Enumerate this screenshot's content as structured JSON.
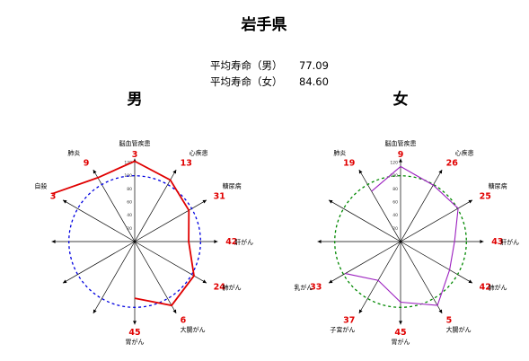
{
  "title": "岩手県",
  "stats": [
    {
      "label": "平均寿命（男）",
      "value": "77.09"
    },
    {
      "label": "平均寿命（女）",
      "value": "84.60"
    }
  ],
  "colors": {
    "prefecture_line": "#e00000",
    "male_reference": "#0000e0",
    "female_line": "#9b1fbf",
    "female_reference": "#008800",
    "rank_text": "#e00000",
    "axis": "#000000"
  },
  "chart_data": [
    {
      "type": "radar",
      "title": "男",
      "ticks": [
        20,
        40,
        60,
        80,
        100,
        120
      ],
      "rmax": 120,
      "reference_value": 100,
      "axes": [
        {
          "name": "脳血管疾患",
          "rank": "3",
          "value": 122
        },
        {
          "name": "心疾患",
          "rank": "13",
          "value": 108
        },
        {
          "name": "糖尿病",
          "rank": "31",
          "value": 95
        },
        {
          "name": "肝がん",
          "rank": "42",
          "value": 82
        },
        {
          "name": "肺がん",
          "rank": "24",
          "value": 104
        },
        {
          "name": "大腸がん",
          "rank": "6",
          "value": 112
        },
        {
          "name": "胃がん",
          "rank": "45",
          "value": 86
        },
        {
          "name": "",
          "rank": "",
          "value": null
        },
        {
          "name": "",
          "rank": "",
          "value": null
        },
        {
          "name": "",
          "rank": "",
          "value": null
        },
        {
          "name": "自殺",
          "rank": "3",
          "value": 145
        },
        {
          "name": "肺炎",
          "rank": "9",
          "value": 112
        }
      ]
    },
    {
      "type": "radar",
      "title": "女",
      "ticks": [
        20,
        40,
        60,
        80,
        100,
        120
      ],
      "rmax": 120,
      "reference_value": 100,
      "axes": [
        {
          "name": "脳血管疾患",
          "rank": "9",
          "value": 114
        },
        {
          "name": "心疾患",
          "rank": "26",
          "value": 99
        },
        {
          "name": "糖尿病",
          "rank": "25",
          "value": 101
        },
        {
          "name": "肝がん",
          "rank": "43",
          "value": 82
        },
        {
          "name": "肺がん",
          "rank": "42",
          "value": 86
        },
        {
          "name": "大腸がん",
          "rank": "5",
          "value": 112
        },
        {
          "name": "胃がん",
          "rank": "45",
          "value": 92
        },
        {
          "name": "子宮がん",
          "rank": "37",
          "value": 68
        },
        {
          "name": "乳がん",
          "rank": "33",
          "value": 97
        },
        {
          "name": "",
          "rank": "",
          "value": null
        },
        {
          "name": "",
          "rank": "",
          "value": null
        },
        {
          "name": "肺炎",
          "rank": "19",
          "value": 88
        }
      ]
    }
  ]
}
